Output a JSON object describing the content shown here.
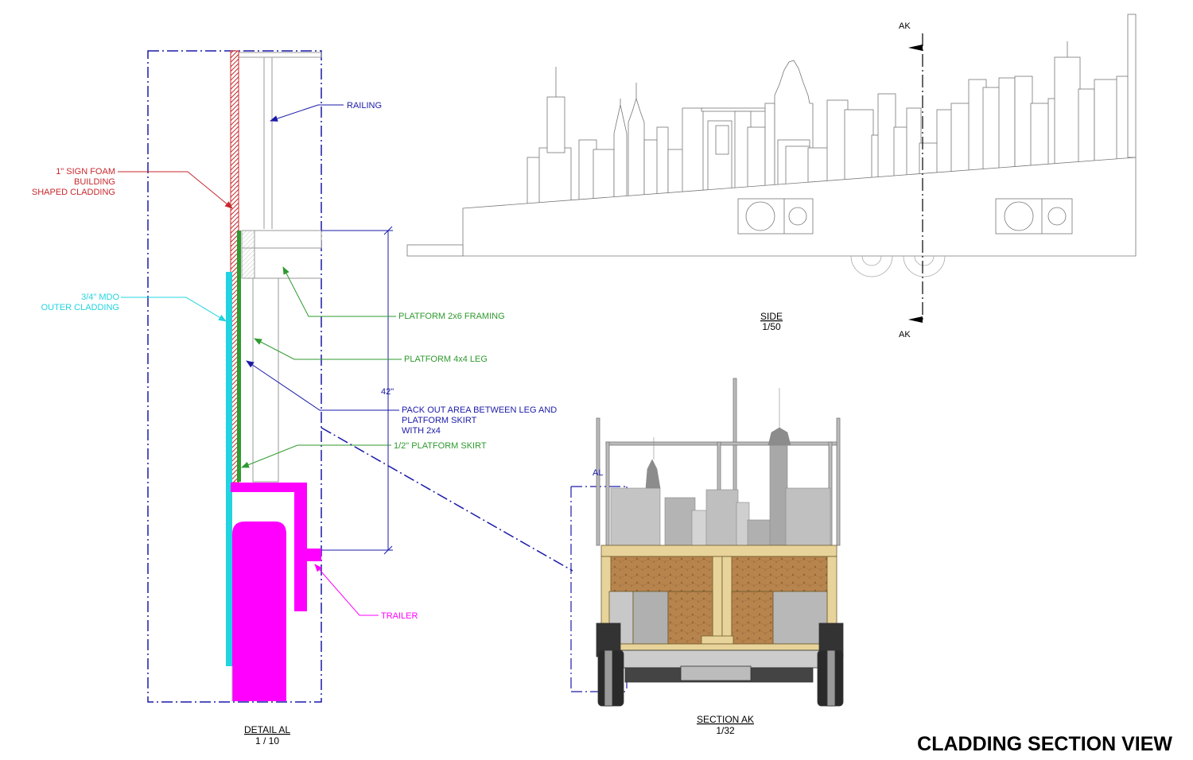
{
  "title": "CLADDING SECTION VIEW",
  "detail": {
    "title": "DETAIL  AL",
    "scale": "1 / 10",
    "dimension": "42\"",
    "labels": {
      "railing": "RAILING",
      "sign_foam": [
        "1\" SIGN FOAM",
        "BUILDING",
        "SHAPED CLADDING"
      ],
      "mdo": [
        "3/4\" MDO",
        "OUTER CLADDING"
      ],
      "framing": "PLATFORM 2x6 FRAMING",
      "leg": "PLATFORM 4x4 LEG",
      "packout": [
        "PACK OUT AREA BETWEEN LEG AND",
        "PLATFORM SKIRT",
        "WITH 2x4"
      ],
      "skirt": "1/2\" PLATFORM SKIRT",
      "trailer": "TRAILER"
    }
  },
  "side": {
    "title": "SIDE",
    "scale": "1/50",
    "cut_top": "AK",
    "cut_bottom": "AK"
  },
  "section": {
    "title": "SECTION AK",
    "scale": "1/32",
    "marker": "AL"
  },
  "colors": {
    "blue": "#1a1aa8",
    "red": "#c8282d",
    "green": "#2e9a2e",
    "cyan": "#22d3e0",
    "magenta": "#ff00ff",
    "plywood": "#b8844e",
    "lumber": "#e8d49a"
  }
}
